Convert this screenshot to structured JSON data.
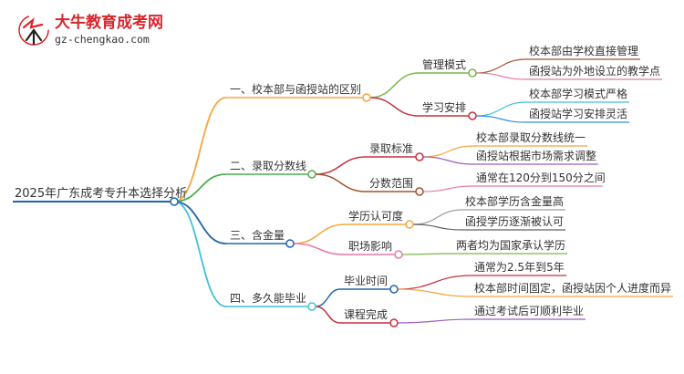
{
  "logo": {
    "title": "大牛教育成考网",
    "url": "gz-chengkao.com",
    "colors": {
      "red": "#d7262c"
    }
  },
  "root": {
    "label": "2025年广东成考专升本选择分析"
  },
  "branches": [
    {
      "label": "一、校本部与函授站的区别",
      "color": "#f5a53d",
      "children": [
        {
          "label": "管理模式",
          "color": "#7ab648",
          "children": [
            {
              "label": "校本部由学校直接管理",
              "color": "#a0522d"
            },
            {
              "label": "函授站为外地设立的教学点",
              "color": "#e879a8"
            }
          ]
        },
        {
          "label": "学习安排",
          "color": "#c72e3b",
          "children": [
            {
              "label": "校本部学习模式严格",
              "color": "#3fc1d9"
            },
            {
              "label": "函授站学习安排灵活",
              "color": "#2f8fd8"
            }
          ]
        }
      ]
    },
    {
      "label": "二、录取分数线",
      "color": "#4caf50",
      "children": [
        {
          "label": "录取标准",
          "color": "#c72e3b",
          "children": [
            {
              "label": "校本部录取分数线统一",
              "color": "#f5a53d"
            },
            {
              "label": "函授站根据市场需求调整",
              "color": "#9b5fc0"
            }
          ]
        },
        {
          "label": "分数范围",
          "color": "#a0522d",
          "children": [
            {
              "label": "通常在120分到150分之间",
              "color": "#e879a8"
            }
          ]
        }
      ]
    },
    {
      "label": "三、含金量",
      "color": "#2166ac",
      "children": [
        {
          "label": "学历认可度",
          "color": "#f5a53d",
          "children": [
            {
              "label": "校本部学历含金量高",
              "color": "#9e9e9e"
            },
            {
              "label": "函授学历逐渐被认可",
              "color": "#616161"
            }
          ]
        },
        {
          "label": "职场影响",
          "color": "#e879a8",
          "children": [
            {
              "label": "两者均为国家承认学历",
              "color": "#7ab648"
            }
          ]
        }
      ]
    },
    {
      "label": "四、多久能毕业",
      "color": "#3fc1d9",
      "children": [
        {
          "label": "毕业时间",
          "color": "#2166ac",
          "children": [
            {
              "label": "通常为2.5年到5年",
              "color": "#c72e3b"
            },
            {
              "label": "校本部时间固定，函授站因个人进度而异",
              "color": "#f5a53d"
            }
          ]
        },
        {
          "label": "课程完成",
          "color": "#c72e3b",
          "children": [
            {
              "label": "通过考试后可顺利毕业",
              "color": "#9b5fc0"
            }
          ]
        }
      ]
    }
  ]
}
